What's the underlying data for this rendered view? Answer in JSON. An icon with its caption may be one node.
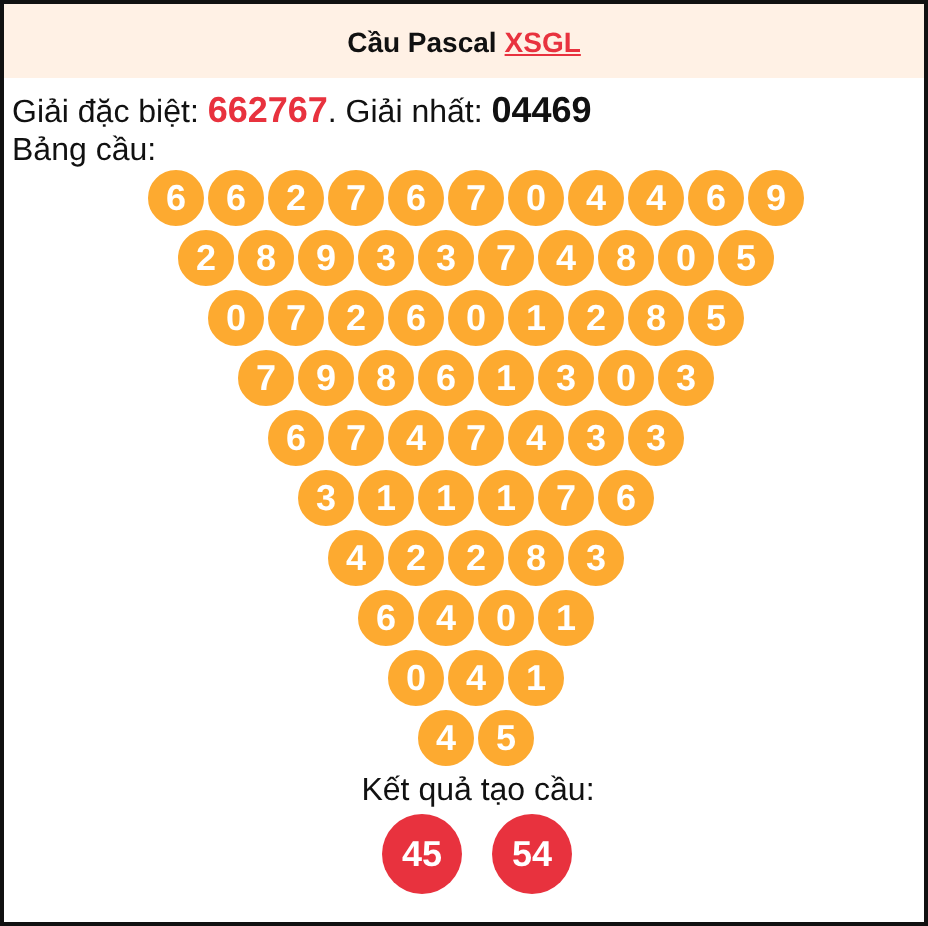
{
  "diagram": {
    "nodes": [
      {
        "text": [
          "Cầu Pascal",
          "XSGL"
        ]
      },
      {
        "text": [
          "6"
        ]
      },
      {
        "text": [
          "6"
        ]
      },
      {
        "text": [
          "2"
        ]
      },
      {
        "text": [
          "7"
        ]
      },
      {
        "text": [
          "6"
        ]
      },
      {
        "text": [
          "7"
        ]
      },
      {
        "text": [
          "0"
        ]
      },
      {
        "text": [
          "4"
        ]
      },
      {
        "text": [
          "4"
        ]
      },
      {
        "text": [
          "6"
        ]
      },
      {
        "text": [
          "9"
        ]
      },
      {
        "text": [
          "2"
        ]
      },
      {
        "text": [
          "8"
        ]
      },
      {
        "text": [
          "9"
        ]
      },
      {
        "text": [
          "3"
        ]
      },
      {
        "text": [
          "3"
        ]
      },
      {
        "text": [
          "7"
        ]
      },
      {
        "text": [
          "4"
        ]
      },
      {
        "text": [
          "8"
        ]
      },
      {
        "text": [
          "0"
        ]
      },
      {
        "text": [
          "5"
        ]
      },
      {
        "text": [
          "0"
        ]
      },
      {
        "text": [
          "7"
        ]
      },
      {
        "text": [
          "2"
        ]
      },
      {
        "text": [
          "6"
        ]
      },
      {
        "text": [
          "0"
        ]
      },
      {
        "text": [
          "1"
        ]
      },
      {
        "text": [
          "2"
        ]
      },
      {
        "text": [
          "8"
        ]
      },
      {
        "text": [
          "5"
        ]
      },
      {
        "text": [
          "7"
        ]
      },
      {
        "text": [
          "9"
        ]
      },
      {
        "text": [
          "8"
        ]
      },
      {
        "text": [
          "6"
        ]
      },
      {
        "text": [
          "1"
        ]
      },
      {
        "text": [
          "3"
        ]
      },
      {
        "text": [
          "0"
        ]
      },
      {
        "text": [
          "3"
        ]
      },
      {
        "text": [
          "6"
        ]
      },
      {
        "text": [
          "7"
        ]
      },
      {
        "text": [
          "4"
        ]
      },
      {
        "text": [
          "7"
        ]
      },
      {
        "text": [
          "4"
        ]
      },
      {
        "text": [
          "3"
        ]
      },
      {
        "text": [
          "3"
        ]
      },
      {
        "text": [
          "3"
        ]
      },
      {
        "text": [
          "1"
        ]
      },
      {
        "text": [
          "1"
        ]
      },
      {
        "text": [
          "1"
        ]
      },
      {
        "text": [
          "7"
        ]
      },
      {
        "text": [
          "6"
        ]
      },
      {
        "text": [
          "4"
        ]
      },
      {
        "text": [
          "2"
        ]
      },
      {
        "text": [
          "2"
        ]
      },
      {
        "text": [
          "8"
        ]
      },
      {
        "text": [
          "3"
        ]
      },
      {
        "text": [
          "6"
        ]
      },
      {
        "text": [
          "4"
        ]
      },
      {
        "text": [
          "0"
        ]
      },
      {
        "text": [
          "1"
        ]
      },
      {
        "text": [
          "0"
        ]
      },
      {
        "text": [
          "4"
        ]
      },
      {
        "text": [
          "1"
        ]
      },
      {
        "text": [
          "4"
        ]
      },
      {
        "text": [
          "5"
        ]
      },
      {
        "text": [
          "45"
        ]
      },
      {
        "text": [
          "54"
        ]
      }
    ],
    "labels": [
      "Giải đặc biệt: **662767**. Giải nhất: **04469**",
      "Bảng cầu:",
      "Kết quả tạo cầu:"
    ]
  }
}
